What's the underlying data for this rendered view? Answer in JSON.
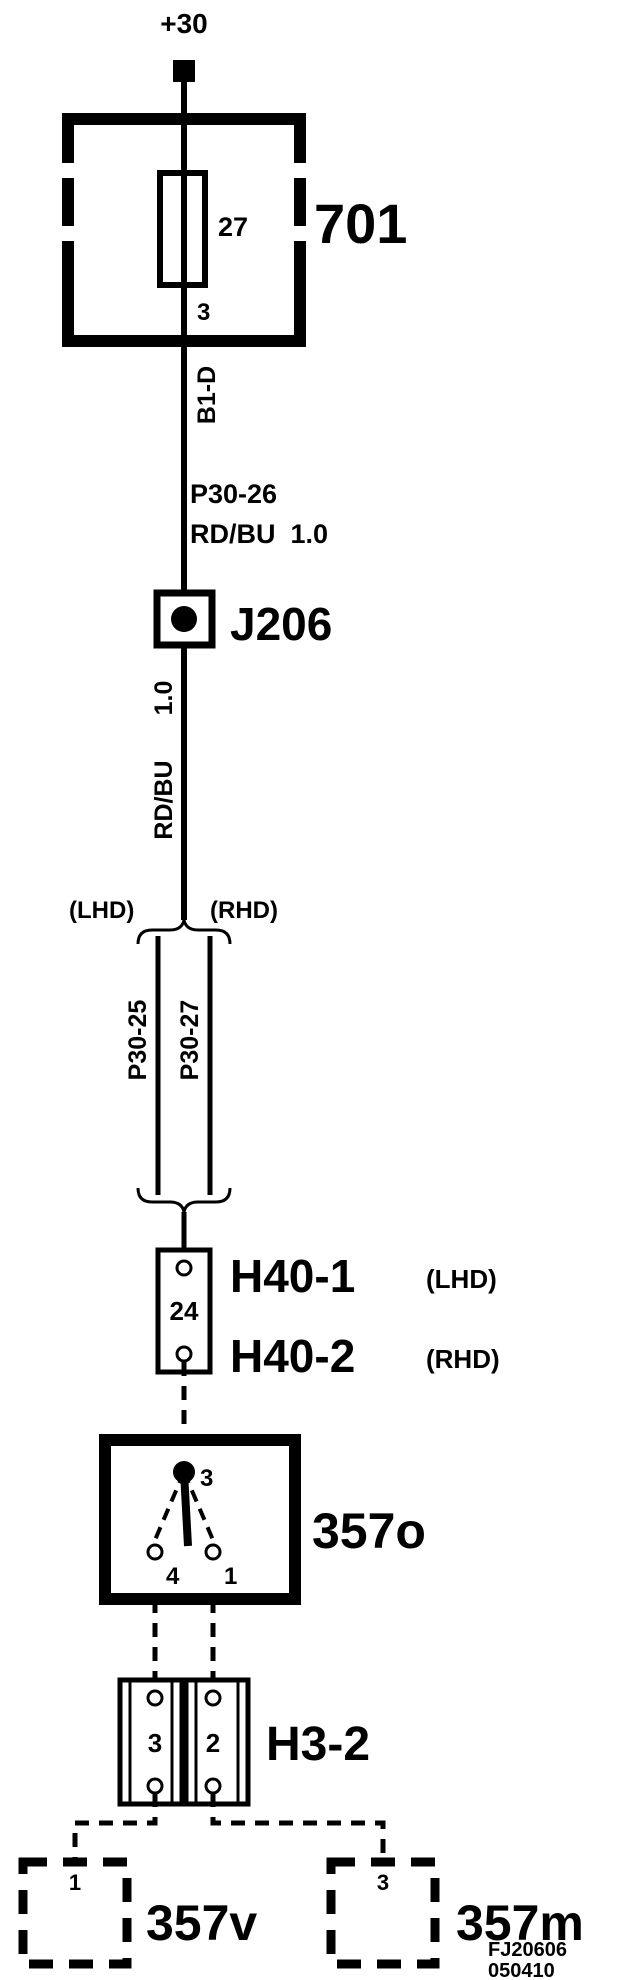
{
  "supply": {
    "label": "+30"
  },
  "fuse_box": {
    "id": "701",
    "fuse_number": "27",
    "terminal": "3",
    "connector": "B1-D"
  },
  "wire_upper": {
    "circuit": "P30-26",
    "color_size": "RD/BU  1.0"
  },
  "junction": {
    "id": "J206"
  },
  "wire_lower": {
    "size": "1.0",
    "color": "RD/BU"
  },
  "branches": {
    "left_label": "(LHD)",
    "right_label": "(RHD)",
    "left_circuit": "P30-25",
    "right_circuit": "P30-27"
  },
  "connector_h40": {
    "pin": "24",
    "line1_id": "H40-1",
    "line1_variant": "(LHD)",
    "line2_id": "H40-2",
    "line2_variant": "(RHD)"
  },
  "switch": {
    "id": "357o",
    "pin_common": "3",
    "pin_left": "4",
    "pin_right": "1"
  },
  "connector_h3": {
    "id": "H3-2",
    "pin_left": "3",
    "pin_right": "2"
  },
  "loads": [
    {
      "id": "357v",
      "pin": "1"
    },
    {
      "id": "357m",
      "pin": "3"
    }
  ],
  "drawing_ref": {
    "line1": "FJ20606",
    "line2": "050410"
  }
}
